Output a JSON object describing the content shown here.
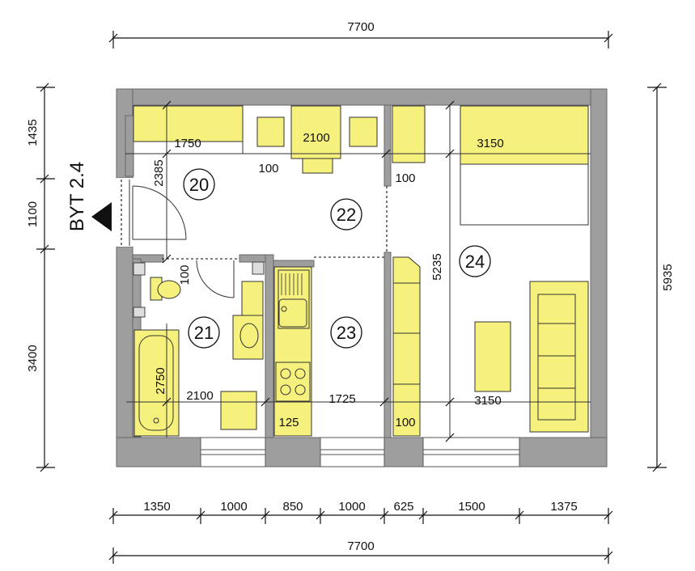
{
  "apartment_label": "BYT 2.4",
  "rooms": {
    "r20": "20",
    "r21": "21",
    "r22": "22",
    "r23": "23",
    "r24": "24"
  },
  "dimensions": {
    "top_total": "7700",
    "bottom_total": "7700",
    "bottom_segments": [
      "1350",
      "1000",
      "850",
      "1000",
      "625",
      "1500",
      "1375"
    ],
    "left_segments": [
      "1435",
      "1100",
      "3400"
    ],
    "right_total": "5935"
  },
  "internal_dims": {
    "d1750": "1750",
    "d2100_top": "2100",
    "d3150_top": "3150",
    "d100_a": "100",
    "d100_b": "100",
    "d2385": "2385",
    "d100_c": "100",
    "d5235": "5235",
    "d2750": "2750",
    "d2100_bottom": "2100",
    "d1725": "1725",
    "d3150_bottom": "3150",
    "d125": "125",
    "d100_d": "100"
  },
  "colors": {
    "wall": "#9e9e9e",
    "furniture": "#f6f17d",
    "line": "#111111"
  }
}
